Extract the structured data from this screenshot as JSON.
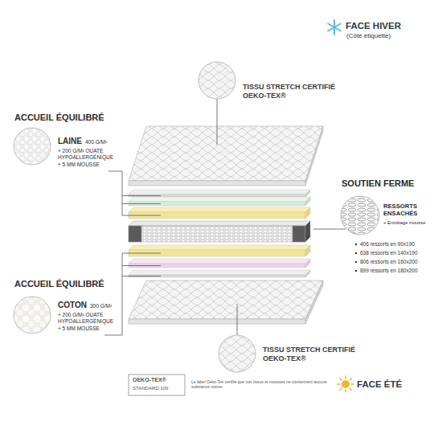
{
  "diagram": {
    "labels": [
      "FACE HIVER",
      "(Côté étiquette)",
      "TISSU STRETCH CERTIFIÉ OEKO-TEX®",
      "ACCUEIL ÉQUILIBRÉ",
      "LAINE",
      "400 G/M²",
      "+ 200 G/M² OUATE HYPOALLERGÉNIQUE",
      "+ 5 MM MOUSSE",
      "SOUTIEN FERME",
      "RESSORTS ENSACHÉS",
      "+ Enrobage mousse",
      "406 ressorts en 90x190",
      "638 ressorts en 140x190",
      "806 ressorts en 160x200",
      "899 ressorts en 180x200",
      "ACCUEIL ÉQUILIBRÉ",
      "COTON",
      "300 G/M²",
      "+ 200 G/M² OUATE HYPOALLERGÉNIQUE",
      "+ 5 MM MOUSSE",
      "TISSU STRETCH CERTIFIÉ OEKO-TEX®",
      "OEKO-TEX®",
      "STANDARD 100",
      "Le label Oeko-Tex certifie que nos tissus et mousses ne contiennent aucune substance nocive.",
      "FACE ÉTÉ"
    ]
  }
}
